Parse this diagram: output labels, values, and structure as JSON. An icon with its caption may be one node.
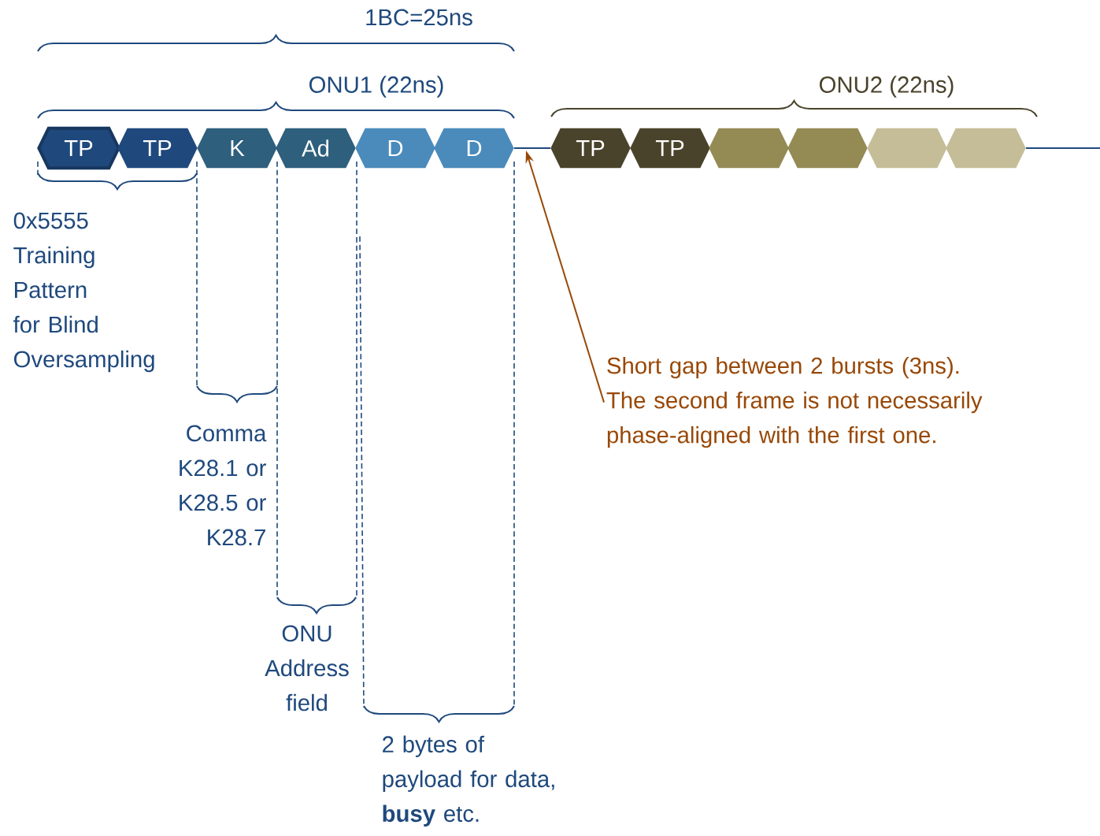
{
  "diagram": {
    "nodes": [
      {
        "text": [
          "TP"
        ]
      },
      {
        "text": [
          "TP"
        ]
      },
      {
        "text": [
          "K"
        ]
      },
      {
        "text": [
          "Ad"
        ]
      },
      {
        "text": [
          "D"
        ]
      },
      {
        "text": [
          "D"
        ]
      },
      {
        "text": [
          "TP"
        ]
      },
      {
        "text": [
          "TP"
        ]
      },
      {
        "text": [],
        "shape": "hexagon"
      },
      {
        "text": [],
        "shape": "hexagon"
      },
      {
        "text": [],
        "shape": "hexagon"
      },
      {
        "text": [],
        "shape": "hexagon"
      },
      {
        "text": [
          "Short gap between 2 bursts (3ns). The second frame is not necessarily phase-aligned with the first one."
        ]
      }
    ],
    "edges": [
      {
        "from": 5,
        "to": 6,
        "arrow": "none"
      },
      {
        "from": 11,
        "to": null,
        "arrow": "none"
      },
      {
        "from": 12,
        "to": null,
        "arrow": "to",
        "color": "#984807"
      }
    ],
    "labels": [
      "1BC=25ns",
      "ONU1 (22ns)",
      "ONU2 (22ns)",
      "0x5555 Training Pattern for Blind Oversampling",
      "Comma K28.1 or K28.5 or K28.7",
      "ONU Address field",
      "2 bytes of payload for data, **busy** etc."
    ]
  }
}
